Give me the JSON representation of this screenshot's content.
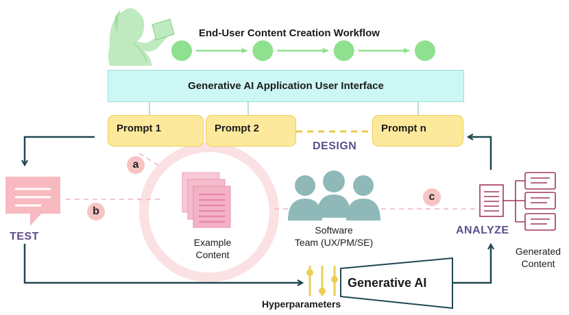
{
  "workflow": {
    "title": "End-User Content Creation Workflow",
    "step_count": 4
  },
  "ui_box": {
    "label": "Generative AI Application User Interface"
  },
  "prompts": [
    "Prompt 1",
    "Prompt 2",
    "Prompt n"
  ],
  "stages": {
    "design": "DESIGN",
    "test": "TEST",
    "analyze": "ANALYZE"
  },
  "tags": {
    "a": "a",
    "b": "b",
    "c": "c"
  },
  "labels": {
    "example_content": [
      "Example",
      "Content"
    ],
    "software_team": [
      "Software",
      "Team (UX/PM/SE)"
    ],
    "generated_content": [
      "Generated",
      "Content"
    ],
    "hyperparameters": "Hyperparameters",
    "generative_ai": "Generative AI"
  },
  "colors": {
    "workflow_node": "#8fe08f",
    "ui_box": "#ccf7f4",
    "prompt": "#fde99c",
    "stage_text": "#5d4e8c",
    "arrow": "#1f4650",
    "team": "#8fb9b9",
    "pink": "#f4a7b5",
    "hyper": "#e8cf55"
  },
  "icons": {
    "user": "person-with-laptop-icon",
    "team": "people-group-icon",
    "test": "speech-bubble-icon",
    "content": "document-stack-icon",
    "analyze": "document-tree-icon",
    "hyperparameters": "sliders-icon"
  }
}
